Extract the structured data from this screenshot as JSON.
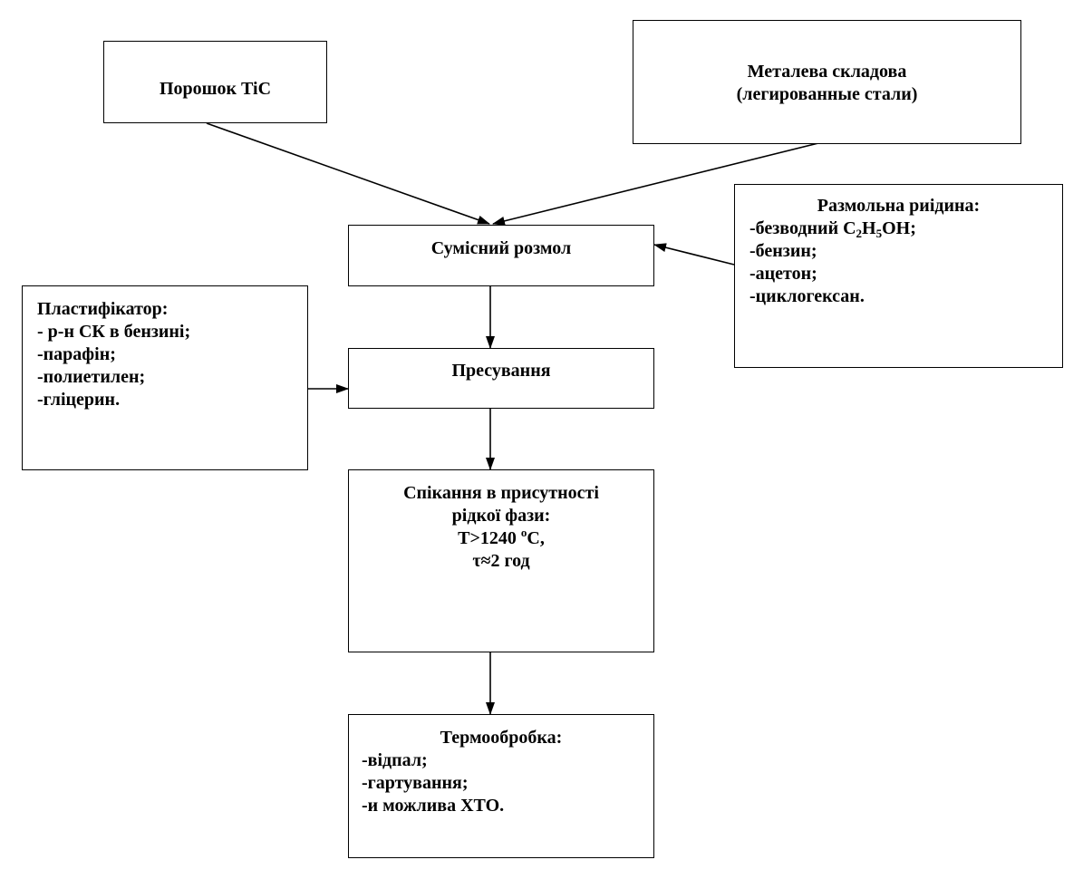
{
  "nodes": {
    "powder": {
      "text": "Порошок TiC"
    },
    "metal": {
      "line1": "Металева складова",
      "line2": "(легированные стали)"
    },
    "milling_liquid": {
      "title": "Размольна риідина:",
      "item1_pre": "-безводний C",
      "item1_sub1": "2",
      "item1_mid": "H",
      "item1_sub2": "5",
      "item1_post": "OH;",
      "item2": "-бензин;",
      "item3": "-ацетон;",
      "item4": "-циклогексан."
    },
    "joint_milling": {
      "text": "Сумісний розмол"
    },
    "plasticizer": {
      "title": "Пластифікатор:",
      "item1": "- р-н СК в бензині;",
      "item2": "-парафін;",
      "item3": "-полиетилен;",
      "item4": "-гліцерин."
    },
    "pressing": {
      "text": "Пресування"
    },
    "sintering": {
      "line1": "Спікання в присутності",
      "line2": "рідкої фази:",
      "line3_pre": "T>1240 ",
      "line3_sup": "o",
      "line3_post": "C,",
      "line4": "τ≈2 год"
    },
    "heat_treatment": {
      "title": "Термообробка:",
      "item1": "-відпал;",
      "item2": "-гартування;",
      "item3": "-и можлива ХТО."
    }
  },
  "colors": {
    "stroke": "#000000",
    "background": "#ffffff"
  }
}
